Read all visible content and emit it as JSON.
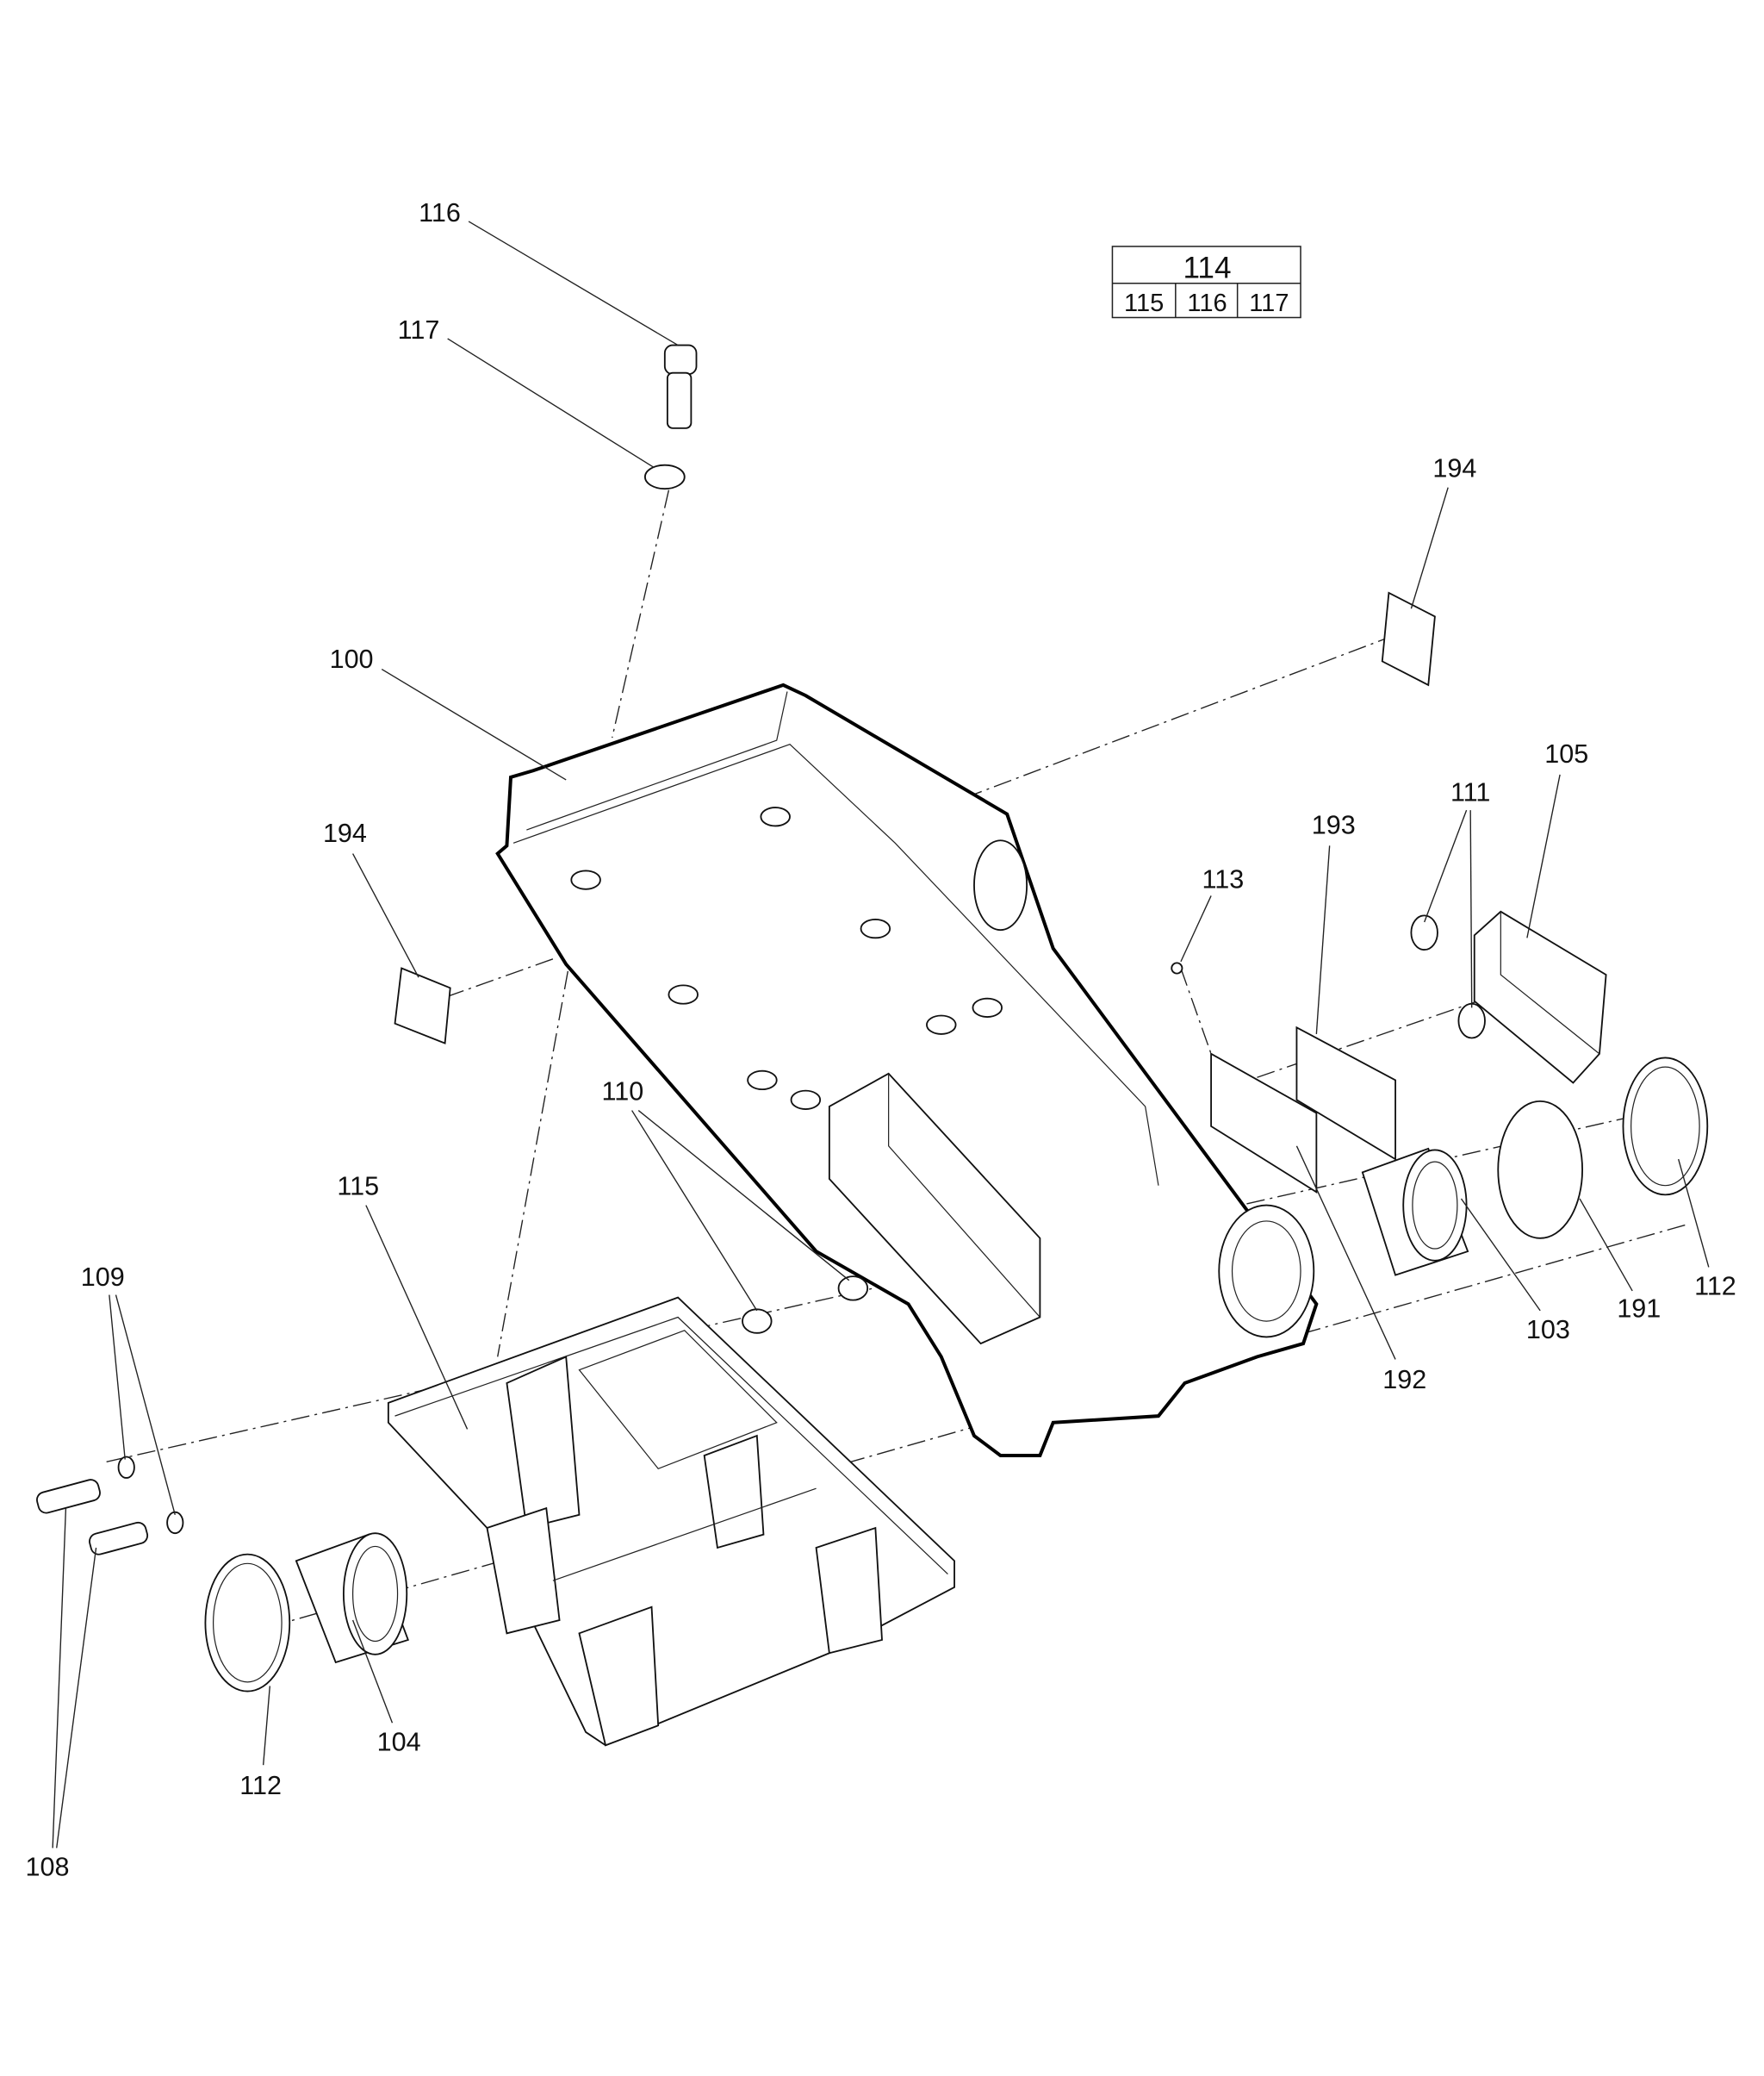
{
  "reference_table": {
    "header": "114",
    "cells": [
      "115",
      "116",
      "117"
    ]
  },
  "callouts": [
    {
      "label": "116"
    },
    {
      "label": "117"
    },
    {
      "label": "194"
    },
    {
      "label": "100"
    },
    {
      "label": "194"
    },
    {
      "label": "105"
    },
    {
      "label": "111"
    },
    {
      "label": "193"
    },
    {
      "label": "113"
    },
    {
      "label": "110"
    },
    {
      "label": "115"
    },
    {
      "label": "109"
    },
    {
      "label": "108"
    },
    {
      "label": "112"
    },
    {
      "label": "104"
    },
    {
      "label": "192"
    },
    {
      "label": "103"
    },
    {
      "label": "191"
    },
    {
      "label": "112"
    }
  ]
}
